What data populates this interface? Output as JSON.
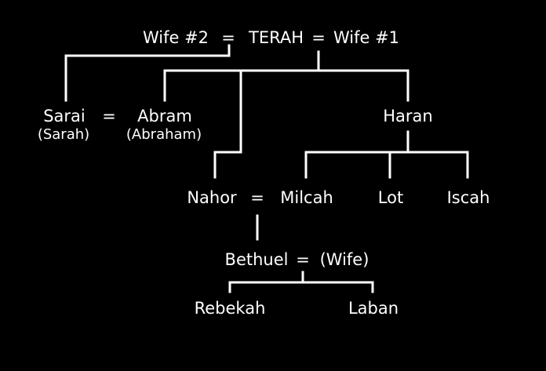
{
  "tree": {
    "wife2": "Wife #2",
    "terah": "TERAH",
    "wife1": "Wife #1",
    "sarai": "Sarai",
    "sarai_alt": "(Sarah)",
    "abram": "Abram",
    "abram_alt": "(Abraham)",
    "haran": "Haran",
    "nahor": "Nahor",
    "milcah": "Milcah",
    "lot": "Lot",
    "iscah": "Iscah",
    "bethuel": "Bethuel",
    "bethuel_wife": "(Wife)",
    "rebekah": "Rebekah",
    "laban": "Laban",
    "marriage_symbol": "="
  }
}
